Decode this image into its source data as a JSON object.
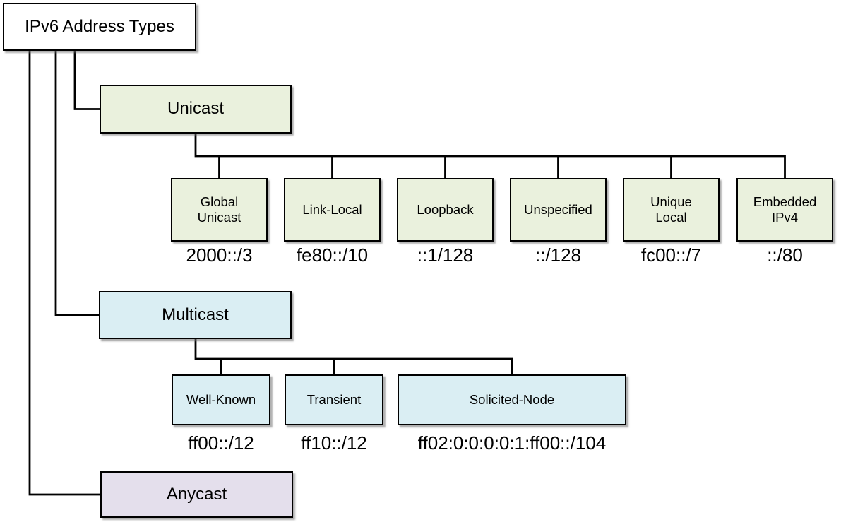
{
  "diagram": {
    "title": "IPv6 Address Types",
    "colors": {
      "root": "#ffffff",
      "unicast": "#eaf1dd",
      "multicast": "#daeef3",
      "anycast": "#e4dfec",
      "line": "#000000",
      "text": "#000000"
    },
    "tree": {
      "root": {
        "label": "IPv6 Address Types"
      },
      "branches": [
        {
          "id": "unicast",
          "label": "Unicast",
          "children": [
            {
              "label": "Global\nUnicast",
              "address": "2000::/3"
            },
            {
              "label": "Link-Local",
              "address": "fe80::/10"
            },
            {
              "label": "Loopback",
              "address": "::1/128"
            },
            {
              "label": "Unspecified",
              "address": "::/128"
            },
            {
              "label": "Unique\nLocal",
              "address": "fc00::/7"
            },
            {
              "label": "Embedded\nIPv4",
              "address": "::/80"
            }
          ]
        },
        {
          "id": "multicast",
          "label": "Multicast",
          "children": [
            {
              "label": "Well-Known",
              "address": "ff00::/12"
            },
            {
              "label": "Transient",
              "address": "ff10::/12"
            },
            {
              "label": "Solicited-Node",
              "address": "ff02:0:0:0:0:1:ff00::/104"
            }
          ]
        },
        {
          "id": "anycast",
          "label": "Anycast",
          "children": []
        }
      ]
    }
  }
}
